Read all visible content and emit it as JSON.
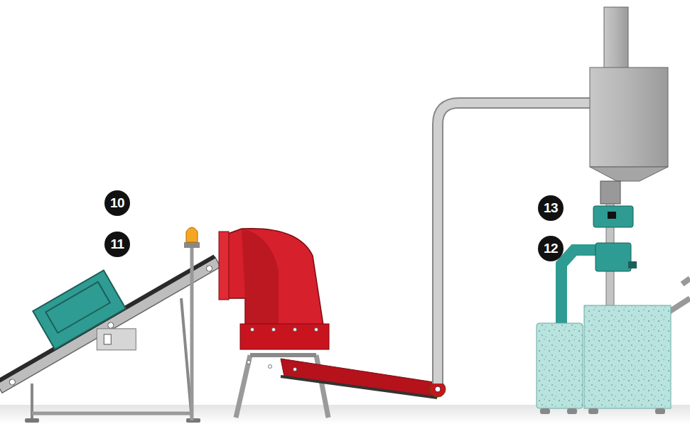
{
  "diagram": {
    "labels": [
      "10",
      "11",
      "13",
      "12"
    ]
  }
}
